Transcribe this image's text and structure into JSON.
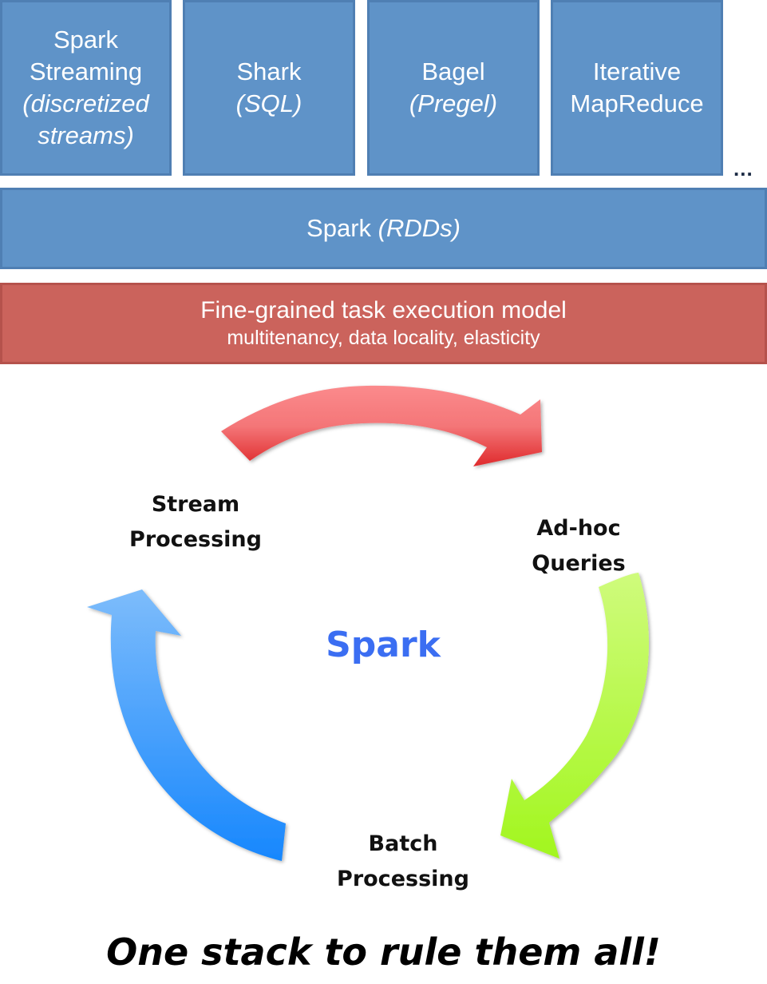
{
  "stack": {
    "libraries": [
      {
        "name": "Spark Streaming",
        "lines": [
          "Spark",
          "Streaming"
        ],
        "detail_lines": [
          "(discretized",
          "streams)"
        ]
      },
      {
        "name": "Shark",
        "lines": [
          "Shark"
        ],
        "detail_lines": [
          "(SQL)"
        ]
      },
      {
        "name": "Bagel",
        "lines": [
          "Bagel"
        ],
        "detail_lines": [
          "(Pregel)"
        ]
      },
      {
        "name": "Iterative MapReduce",
        "lines": [
          "Iterative",
          "MapReduce"
        ],
        "detail_lines": []
      }
    ],
    "more_indicator": "...",
    "core": {
      "name": "Spark",
      "detail": "(RDDs)"
    },
    "execution": {
      "title": "Fine-grained task execution model",
      "subtitle": "multitenancy, data locality, elasticity"
    }
  },
  "cycle": {
    "center_label": "Spark",
    "nodes": [
      {
        "lines": [
          "Stream",
          "Processing"
        ]
      },
      {
        "lines": [
          "Ad-hoc",
          "Queries"
        ]
      },
      {
        "lines": [
          "Batch",
          "Processing"
        ]
      }
    ],
    "arrows": [
      {
        "from": "Stream Processing",
        "to": "Ad-hoc Queries",
        "color": "#e8454a"
      },
      {
        "from": "Ad-hoc Queries",
        "to": "Batch Processing",
        "color": "#a8f530"
      },
      {
        "from": "Batch Processing",
        "to": "Stream Processing",
        "color": "#1e8cff"
      }
    ]
  },
  "tagline": "One stack to rule them all!",
  "colors": {
    "library_box": "#5f93c8",
    "execution_box": "#cb635c",
    "center_label": "#3b6ef2"
  }
}
